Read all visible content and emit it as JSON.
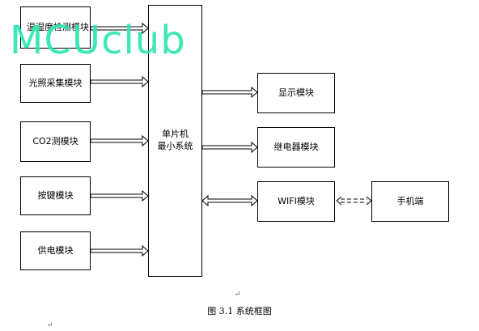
{
  "watermark": "MCUclub",
  "mcu": {
    "line1": "单片机",
    "line2": "最小系统"
  },
  "modules_left": [
    "温湿度检测模块",
    "光照采集模块",
    "CO2测模块",
    "按键模块",
    "供电模块"
  ],
  "modules_right": [
    "显示模块",
    "继电器模块",
    "WIFI模块"
  ],
  "phone": "手机端",
  "caption": "图 3.1  系统框图",
  "paragraph_mark": "↵"
}
